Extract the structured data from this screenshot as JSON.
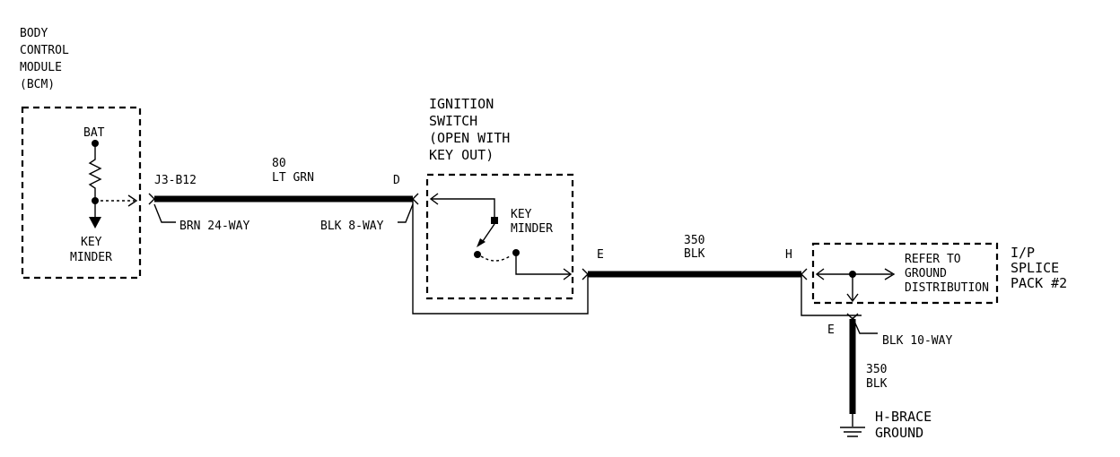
{
  "bcm": {
    "title_lines": [
      "BODY",
      "CONTROL",
      "MODULE",
      "(BCM)"
    ],
    "bat": "BAT",
    "key_minder": [
      "KEY",
      "MINDER"
    ]
  },
  "wire_80": {
    "terminal_left": "J3-B12",
    "circuit": "80",
    "color": "LT GRN",
    "terminal_right": "D",
    "connector_left": "BRN 24-WAY",
    "connector_right": "BLK 8-WAY"
  },
  "ignition": {
    "title_lines": [
      "IGNITION",
      "SWITCH",
      "(OPEN WITH",
      "KEY OUT)"
    ],
    "key_minder": [
      "KEY",
      "MINDER"
    ]
  },
  "wire_350_top": {
    "terminal_left": "E",
    "circuit": "350",
    "color": "BLK",
    "terminal_right": "H"
  },
  "splice": {
    "refer_lines": [
      "REFER TO",
      "GROUND",
      "DISTRIBUTION"
    ],
    "title_lines": [
      "I/P",
      "SPLICE",
      "PACK #2"
    ],
    "terminal": "E",
    "connector": "BLK 10-WAY"
  },
  "wire_350_down": {
    "circuit": "350",
    "color": "BLK"
  },
  "ground": {
    "lines": [
      "H-BRACE",
      "GROUND"
    ]
  }
}
